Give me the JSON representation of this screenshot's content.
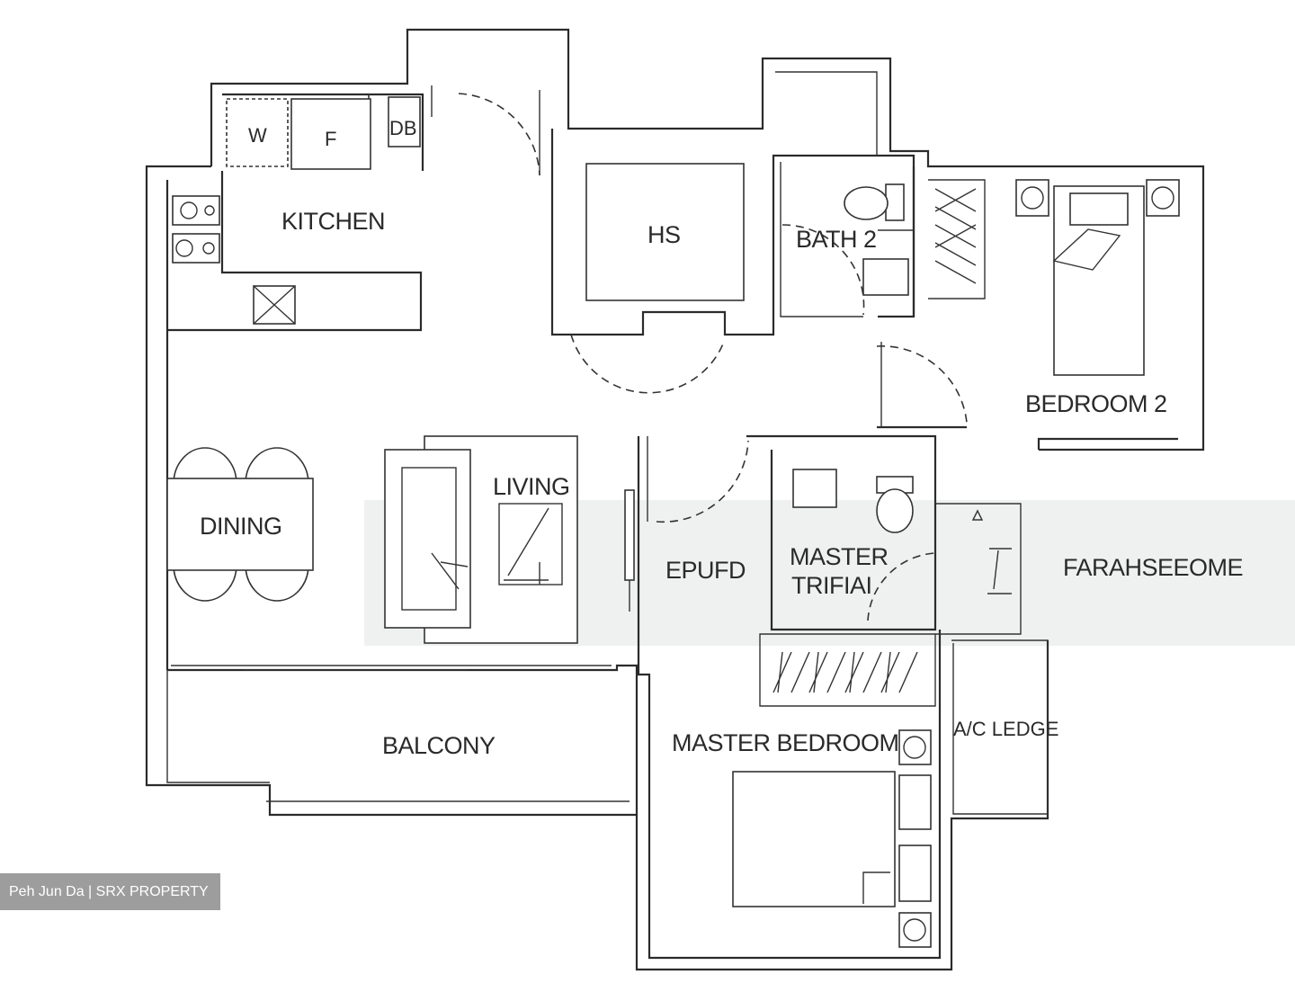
{
  "rooms": {
    "kitchen": "KITCHEN",
    "washer": "W",
    "fridge": "F",
    "db": "DB",
    "hs": "HS",
    "bath2": "BATH 2",
    "bedroom2": "BEDROOM 2",
    "dining": "DINING",
    "living": "LIVING",
    "corridor": "ΕΡUFD",
    "master_bath_line1": "MASTER",
    "master_bath_line2": "TRIFIAI",
    "garbled_room": "FARAHSEEOME",
    "balcony": "BALCONY",
    "master_bedroom": "MASTER BEDROOM",
    "ac_ledge": "A/C LEDGE"
  },
  "watermark": {
    "text": "Peh Jun Da | SRX PROPERTY"
  },
  "colors": {
    "wall": "#2b2b2b",
    "band": "#e9ecec",
    "watermark_bg": "#9d9d9d"
  }
}
